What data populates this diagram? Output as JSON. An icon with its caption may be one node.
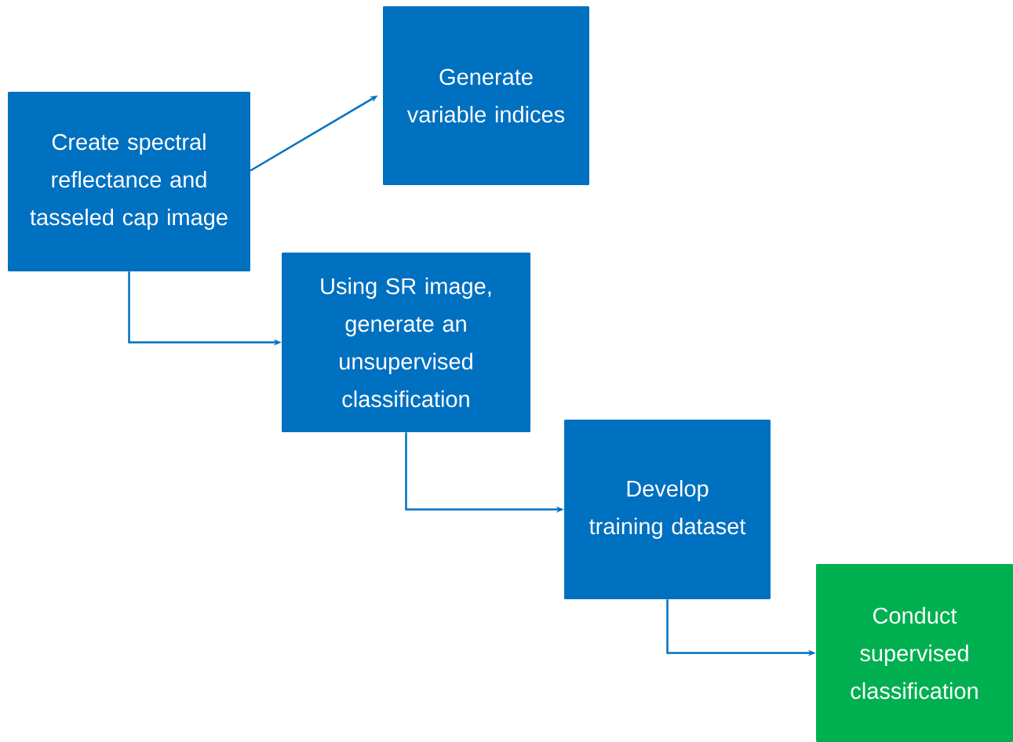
{
  "diagram": {
    "nodes": [
      {
        "text": [
          "Create spectral reflectance and tasseled cap image"
        ]
      },
      {
        "text": [
          "Generate variable indices"
        ]
      },
      {
        "text": [
          "Using SR image, generate an unsupervised classification"
        ]
      },
      {
        "text": [
          "Develop training dataset"
        ]
      },
      {
        "text": [
          "Conduct supervised classification"
        ]
      }
    ],
    "edges": [
      {
        "from": 0,
        "to": 1,
        "arrow": "to"
      },
      {
        "from": 0,
        "to": 2,
        "arrow": "to"
      },
      {
        "from": 2,
        "to": 3,
        "arrow": "to"
      },
      {
        "from": 3,
        "to": 4,
        "arrow": "to"
      }
    ]
  }
}
